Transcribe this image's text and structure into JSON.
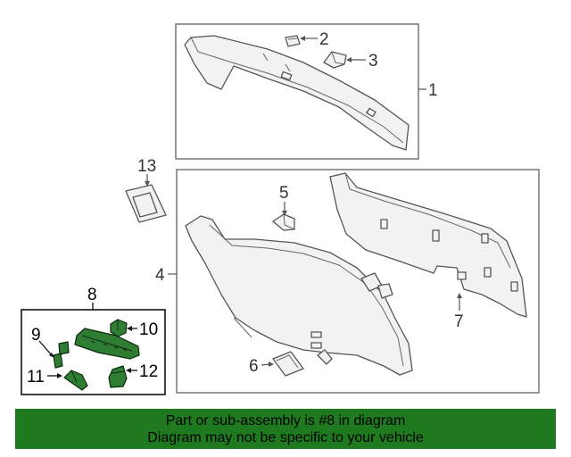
{
  "callouts": {
    "c1": "1",
    "c2": "2",
    "c3": "3",
    "c4": "4",
    "c5": "5",
    "c6": "6",
    "c7": "7",
    "c8": "8",
    "c9": "9",
    "c10": "10",
    "c11": "11",
    "c12": "12",
    "c13": "13"
  },
  "banner": {
    "line1": "Part or sub-assembly is #8 in diagram",
    "line2": "Diagram may not be specific to your vehicle"
  },
  "colors": {
    "highlight_green": "#2f7d32",
    "banner_green": "#1f7a1f"
  }
}
